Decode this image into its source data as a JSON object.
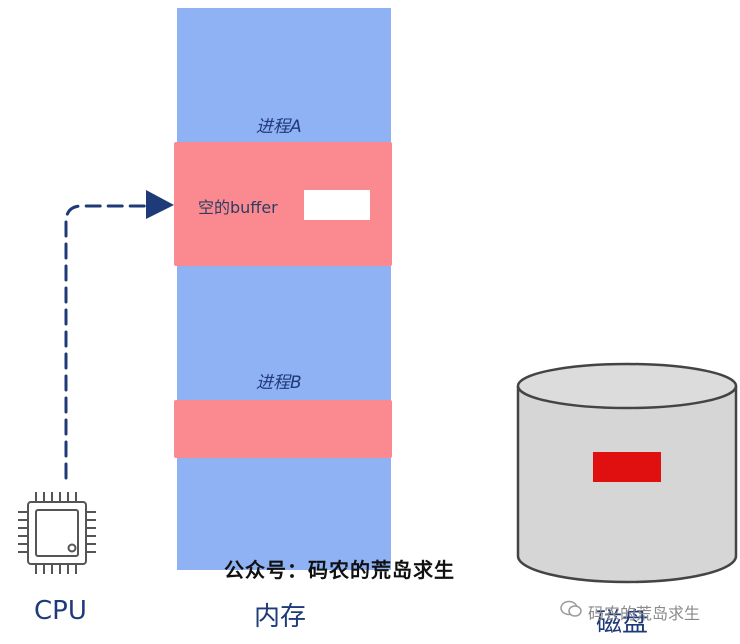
{
  "memory": {
    "process_a_label": "进程A",
    "process_b_label": "进程B",
    "buffer_label": "空的buffer",
    "caption": "内存"
  },
  "cpu": {
    "caption": "CPU"
  },
  "disk": {
    "caption": "磁盘"
  },
  "watermark": {
    "center_text": "公众号：码农的荒岛求生",
    "corner_text": "码农的荒岛求生"
  },
  "colors": {
    "memory_blue": "#8fb2f5",
    "process_band": "#fb8a90",
    "arrow": "#1f3a78",
    "disk_fill": "#d6d6d6",
    "disk_data": "#e01010"
  }
}
